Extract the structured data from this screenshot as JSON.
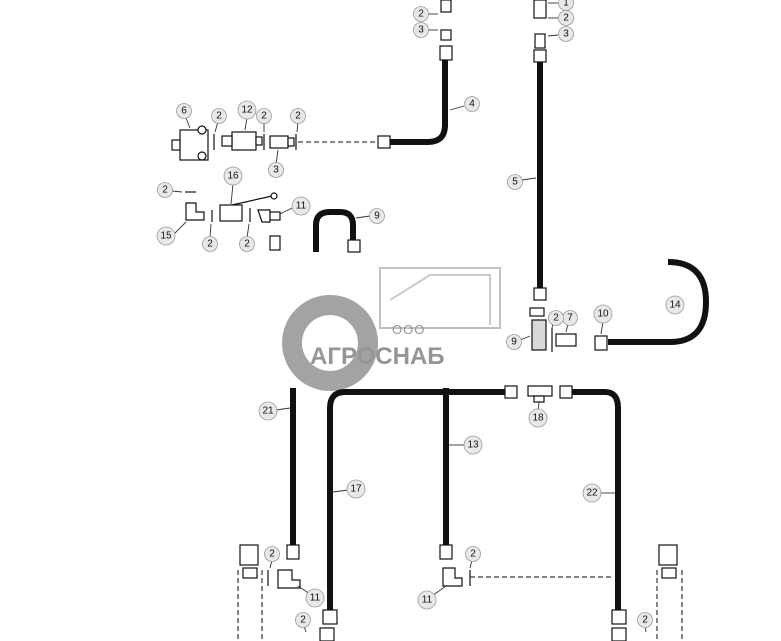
{
  "callouts": [
    {
      "id": "c1",
      "num": "1"
    },
    {
      "id": "c2a",
      "num": "2"
    },
    {
      "id": "c3a",
      "num": "3"
    },
    {
      "id": "c2b",
      "num": "2"
    },
    {
      "id": "c3b",
      "num": "3"
    },
    {
      "id": "c4",
      "num": "4"
    },
    {
      "id": "c6",
      "num": "6"
    },
    {
      "id": "c12",
      "num": "12"
    },
    {
      "id": "c2c",
      "num": "2"
    },
    {
      "id": "c2d",
      "num": "2"
    },
    {
      "id": "c2e",
      "num": "2"
    },
    {
      "id": "c3c",
      "num": "3"
    },
    {
      "id": "c2f",
      "num": "2"
    },
    {
      "id": "c16",
      "num": "16"
    },
    {
      "id": "c11a",
      "num": "11"
    },
    {
      "id": "c9a",
      "num": "9"
    },
    {
      "id": "c15",
      "num": "15"
    },
    {
      "id": "c2g",
      "num": "2"
    },
    {
      "id": "c2h",
      "num": "2"
    },
    {
      "id": "c5",
      "num": "5"
    },
    {
      "id": "c14",
      "num": "14"
    },
    {
      "id": "c10",
      "num": "10"
    },
    {
      "id": "c7",
      "num": "7"
    },
    {
      "id": "c2i",
      "num": "2"
    },
    {
      "id": "c9b",
      "num": "9"
    },
    {
      "id": "c21",
      "num": "21"
    },
    {
      "id": "c18",
      "num": "18"
    },
    {
      "id": "c13",
      "num": "13"
    },
    {
      "id": "c17",
      "num": "17"
    },
    {
      "id": "c22",
      "num": "22"
    },
    {
      "id": "c2j",
      "num": "2"
    },
    {
      "id": "c11b",
      "num": "11"
    },
    {
      "id": "c2k",
      "num": "2"
    },
    {
      "id": "c11c",
      "num": "11"
    },
    {
      "id": "c2l",
      "num": "2"
    },
    {
      "id": "c2m",
      "num": "2"
    }
  ],
  "watermark": {
    "company_prefix": "ООО",
    "company_name": "АГРОСНАБ"
  }
}
